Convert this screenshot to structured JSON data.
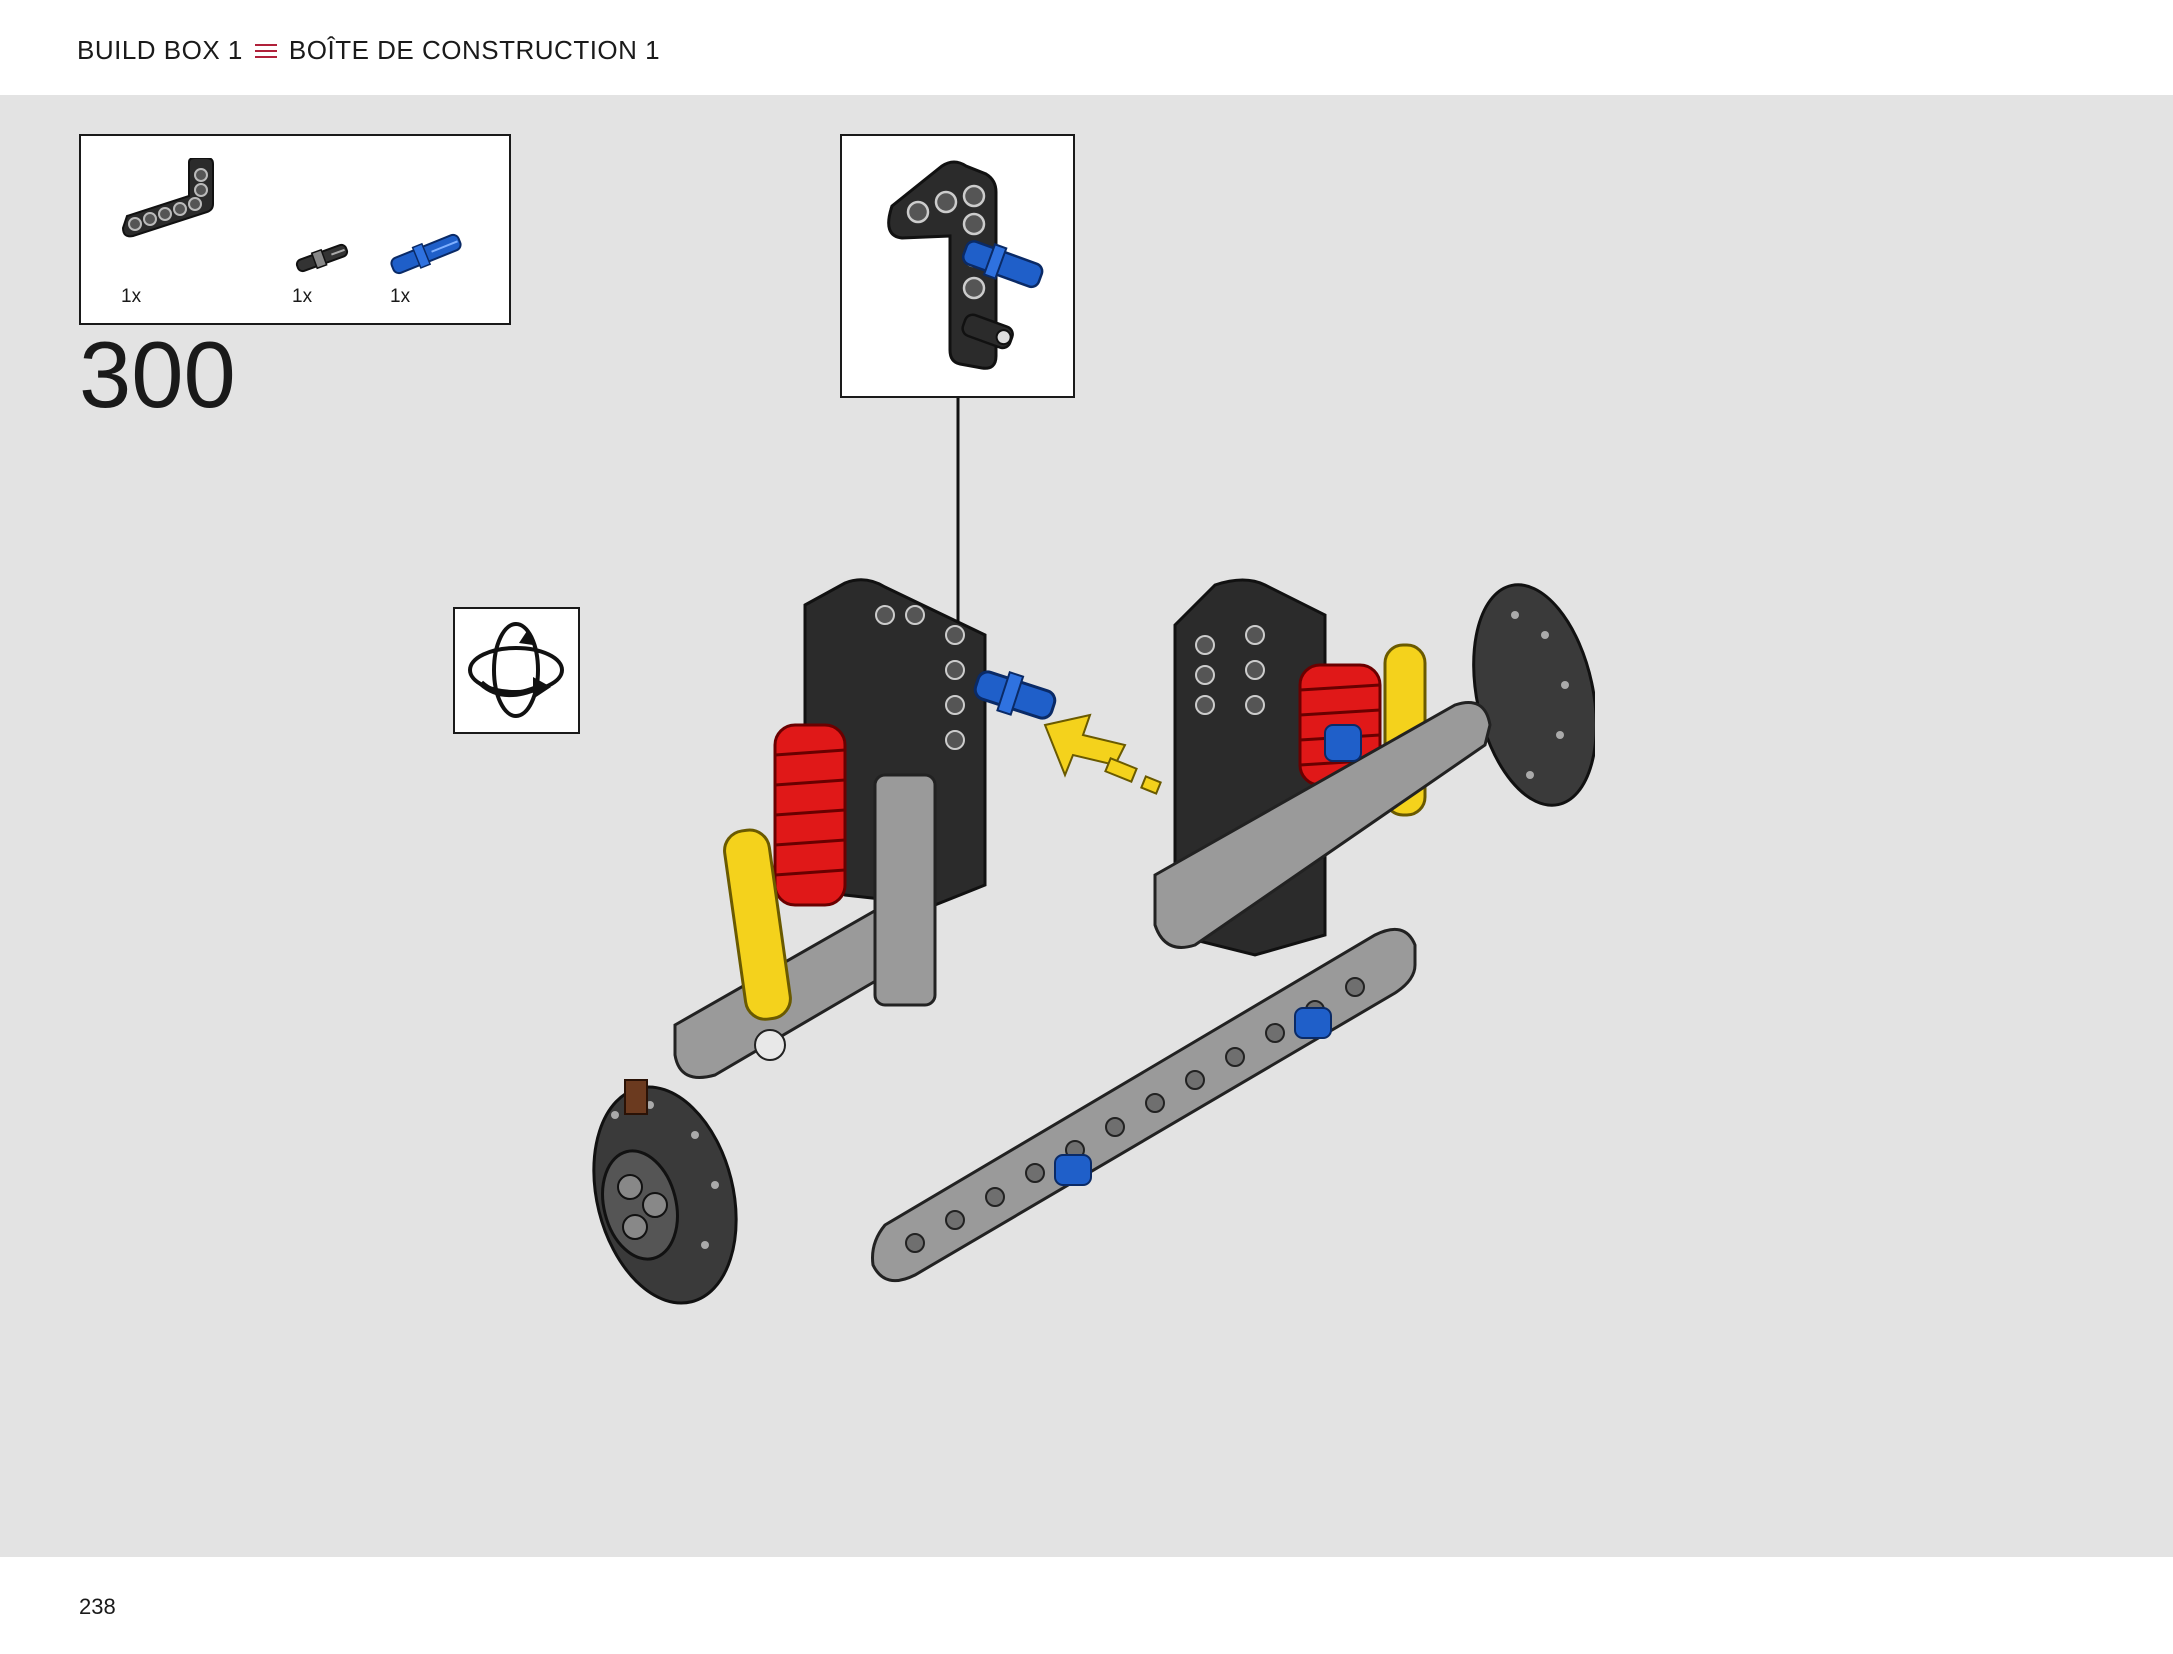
{
  "header": {
    "title_en": "BUILD BOX 1",
    "title_fr": "BOÎTE DE CONSTRUCTION 1",
    "separator_icon": "triple-line-icon",
    "accent_color": "#b0213a"
  },
  "step": {
    "number": "300"
  },
  "parts_list": [
    {
      "name": "black-l-beam",
      "quantity": "1x"
    },
    {
      "name": "black-axle-pin",
      "quantity": "1x"
    },
    {
      "name": "blue-axle-pin",
      "quantity": "1x"
    }
  ],
  "callout": {
    "icon": "subassembly-callout"
  },
  "rotate": {
    "icon": "rotate-model-icon"
  },
  "footer": {
    "page_number": "238"
  },
  "colors": {
    "background": "#e3e3e3",
    "beam_black": "#2b2b2b",
    "beam_gray": "#9a9a9a",
    "pin_blue": "#1f5fc9",
    "spring_red": "#e01818",
    "link_yellow": "#f4d21c",
    "arrow_yellow": "#f4d21c"
  }
}
